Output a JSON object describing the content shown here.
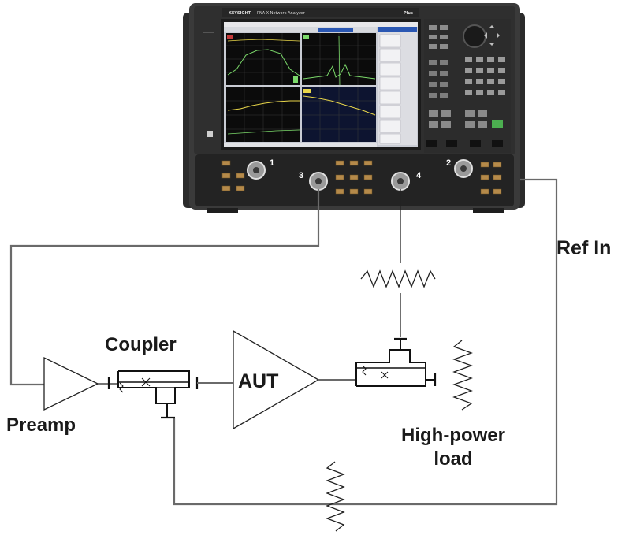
{
  "instrument": {
    "brand": "KEYSIGHT",
    "model_text": "PNA-X Network Analyzer",
    "corner_label": "Plus",
    "ports": [
      "1",
      "2",
      "3",
      "4"
    ]
  },
  "labels": {
    "ref_in": "Ref In",
    "coupler": "Coupler",
    "aut": "AUT",
    "preamp": "Preamp",
    "high_power_load": "High-power\nload"
  },
  "colors": {
    "wire": "#6a6a6a",
    "component_line": "#111111",
    "instrument_body": "#3a3a3a",
    "screen_trace_green": "#7bd96a",
    "screen_trace_yellow": "#e8d64a"
  }
}
